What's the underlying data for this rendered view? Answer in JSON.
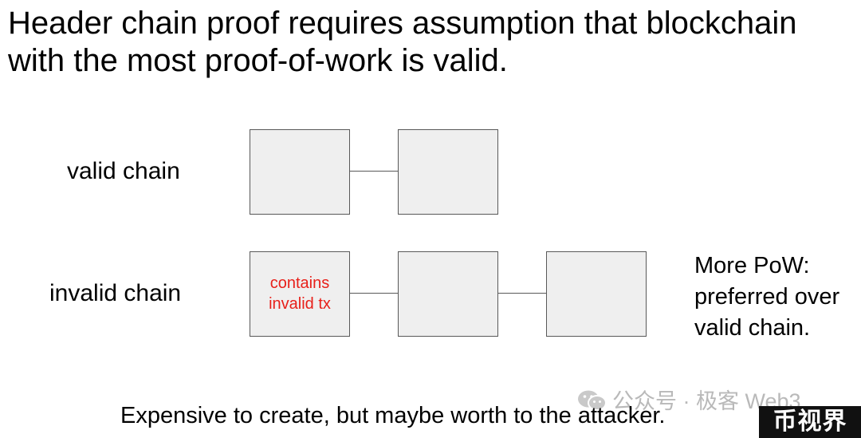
{
  "title": "Header chain proof requires assumption that blockchain with the most proof-of-work is valid.",
  "valid_chain": {
    "label": "valid chain",
    "blocks": [
      {
        "text": ""
      },
      {
        "text": ""
      }
    ]
  },
  "invalid_chain": {
    "label": "invalid chain",
    "blocks": [
      {
        "text": "contains\ninvalid tx"
      },
      {
        "text": ""
      },
      {
        "text": ""
      }
    ]
  },
  "note": "More PoW:\npreferred over\nvalid chain.",
  "caption": "Expensive to create, but maybe worth to the attacker.",
  "watermark": {
    "text": "公众号 · 极客 Web3",
    "icon": "wechat-icon"
  },
  "stamp": "币视界",
  "colors": {
    "block_fill": "#efefef",
    "block_border": "#595959",
    "invalid_text": "#e8201a",
    "watermark": "#b9b9b9"
  }
}
